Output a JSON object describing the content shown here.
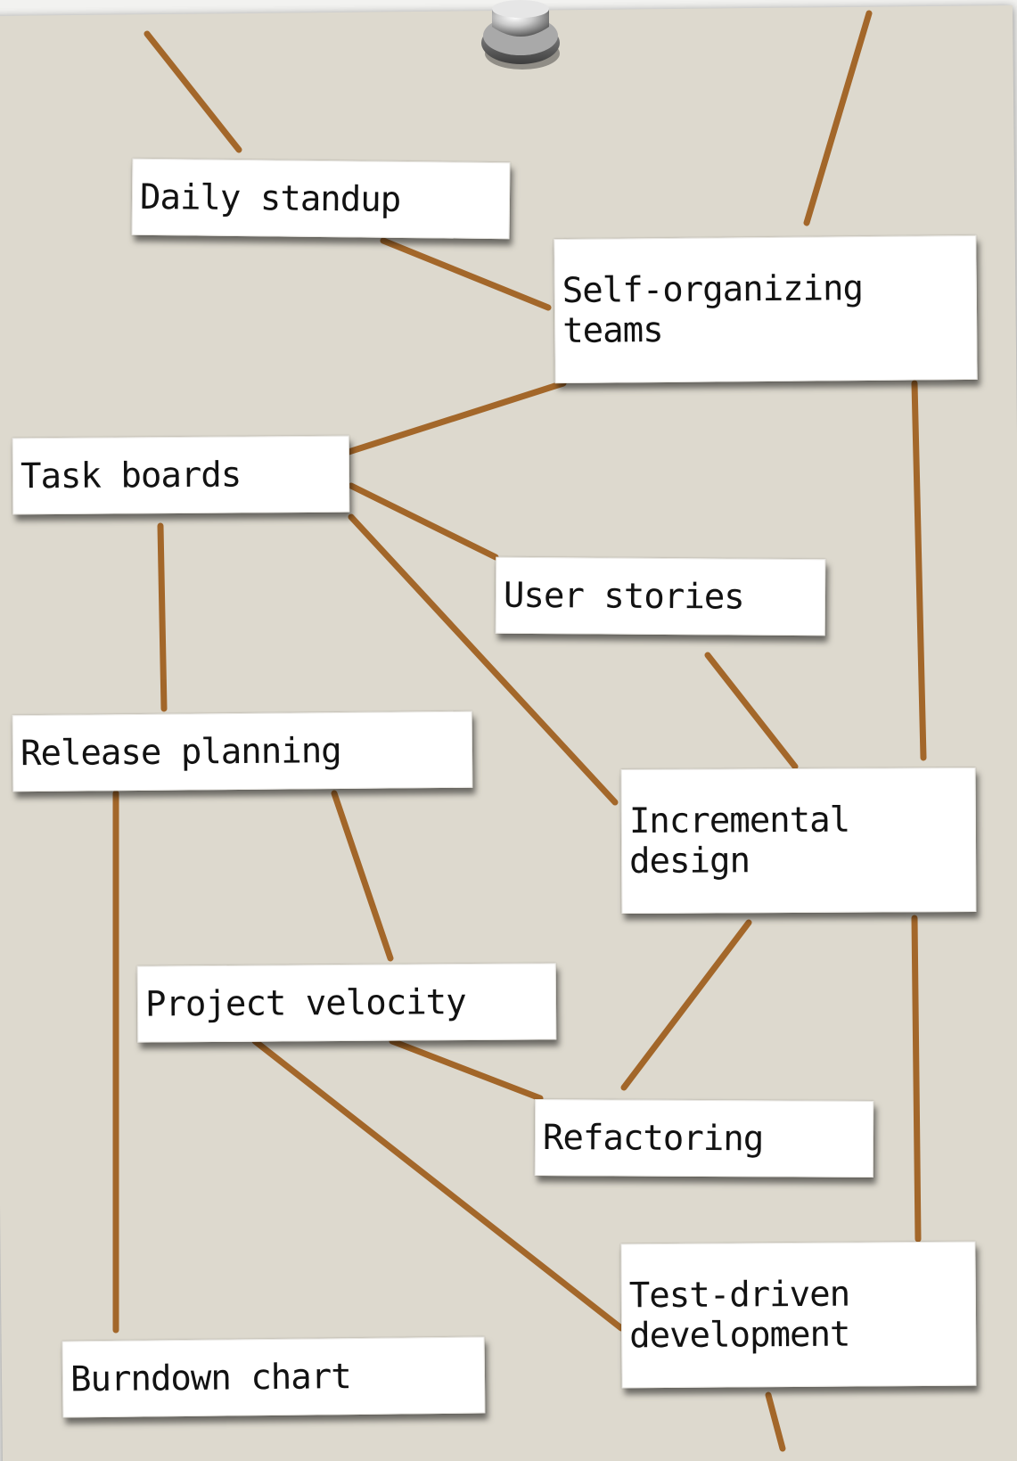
{
  "diagram": {
    "colors": {
      "background": "#ddd9ce",
      "note": "#ffffff",
      "link": "#9c5a18",
      "text": "#121212"
    },
    "pin_icon": "pushpin-icon",
    "nodes": [
      {
        "id": "daily-standup",
        "label": "Daily standup"
      },
      {
        "id": "self-organizing-teams",
        "label": "Self-organizing\nteams"
      },
      {
        "id": "task-boards",
        "label": "Task boards"
      },
      {
        "id": "user-stories",
        "label": "User stories"
      },
      {
        "id": "release-planning",
        "label": "Release planning"
      },
      {
        "id": "incremental-design",
        "label": "Incremental\ndesign"
      },
      {
        "id": "project-velocity",
        "label": "Project velocity"
      },
      {
        "id": "refactoring",
        "label": "Refactoring"
      },
      {
        "id": "test-driven-development",
        "label": "Test-driven\ndevelopment"
      },
      {
        "id": "burndown-chart",
        "label": "Burndown chart"
      }
    ],
    "edges": [
      [
        "daily-standup",
        "self-organizing-teams"
      ],
      [
        "self-organizing-teams",
        "task-boards"
      ],
      [
        "self-organizing-teams",
        "incremental-design"
      ],
      [
        "task-boards",
        "user-stories"
      ],
      [
        "task-boards",
        "incremental-design"
      ],
      [
        "task-boards",
        "release-planning"
      ],
      [
        "user-stories",
        "incremental-design"
      ],
      [
        "release-planning",
        "project-velocity"
      ],
      [
        "release-planning",
        "burndown-chart"
      ],
      [
        "incremental-design",
        "refactoring"
      ],
      [
        "incremental-design",
        "test-driven-development"
      ],
      [
        "project-velocity",
        "refactoring"
      ],
      [
        "project-velocity",
        "test-driven-development"
      ]
    ]
  }
}
